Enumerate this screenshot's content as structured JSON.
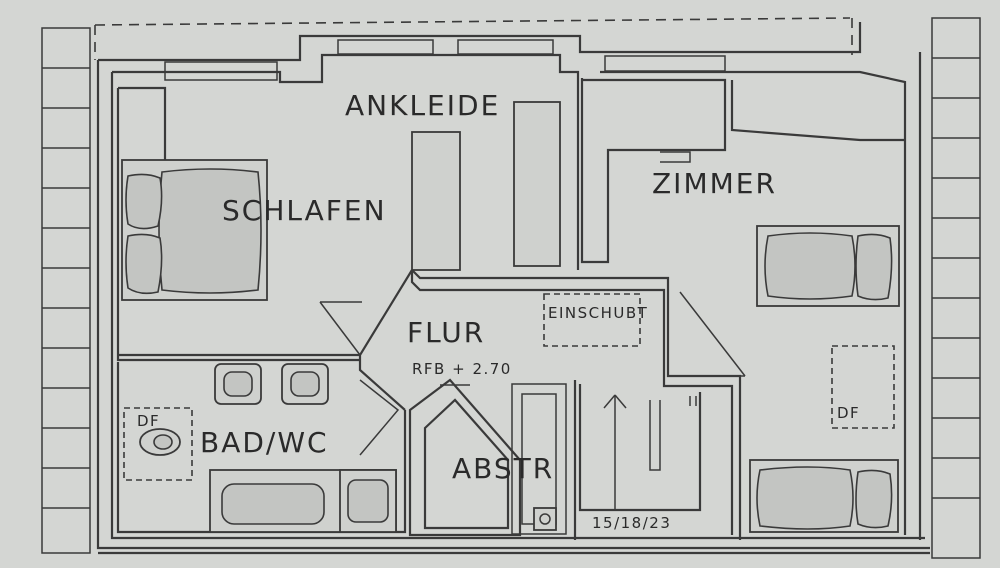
{
  "rooms": {
    "ankleide": "ANKLEIDE",
    "schlafen": "SCHLAFEN",
    "zimmer": "ZIMMER",
    "flur": "FLUR",
    "bad_wc": "BAD/WC",
    "abstr": "ABSTR"
  },
  "annotations": {
    "einschub": "EINSCHUBT",
    "rfb": "RFB + 2.70",
    "stairs": "15/18/23",
    "df_left": "DF",
    "df_right": "DF"
  }
}
